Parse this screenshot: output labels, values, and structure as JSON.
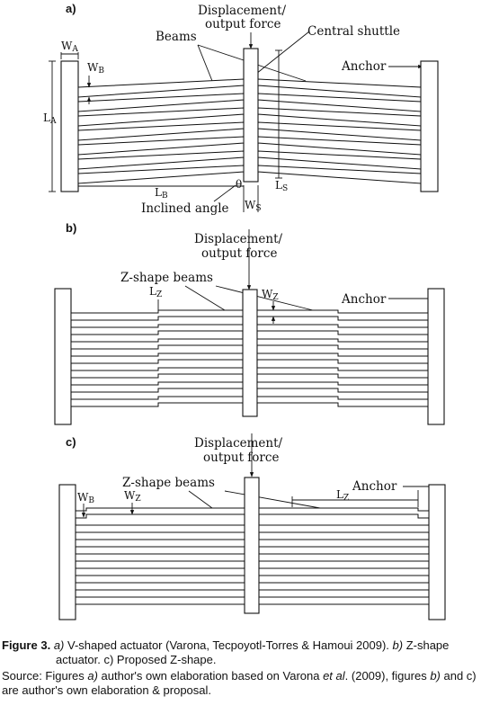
{
  "panels": {
    "a": {
      "panel_label": "a)",
      "output_label_1": "Displacement/",
      "output_label_2": "output force",
      "beams_label": "Beams",
      "shuttle_label": "Central shuttle",
      "anchor_label": "Anchor",
      "angle_label": "Inclined angle",
      "symbol": "θ",
      "dims": {
        "wa": "W",
        "wa_sub": "A",
        "wb": "W",
        "wb_sub": "B",
        "la": "L",
        "la_sub": "A",
        "lb": "L",
        "lb_sub": "B",
        "ls": "L",
        "ls_sub": "S",
        "ws": "W",
        "ws_sub": "S"
      }
    },
    "b": {
      "panel_label": "b)",
      "output_label_1": "Displacement/",
      "output_label_2": "output force",
      "beams_label": "Z-shape beams",
      "anchor_label": "Anchor",
      "dims": {
        "lz": "L",
        "lz_sub": "Z",
        "wz": "W",
        "wz_sub": "Z"
      }
    },
    "c": {
      "panel_label": "c)",
      "output_label_1": "Displacement/",
      "output_label_2": "output force",
      "beams_label": "Z-shape beams",
      "anchor_label": "Anchor",
      "dims": {
        "wb": "W",
        "wb_sub": "B",
        "wz": "W",
        "wz_sub": "Z",
        "lz": "L",
        "lz_sub": "Z"
      }
    }
  },
  "caption": {
    "figure_label": "Figure 3.",
    "a_letter": "a)",
    "a_text": " V-shaped actuator (Varona, Tecpoyotl-Torres & Hamoui 2009). ",
    "b_letter": "b)",
    "b_text": " Z-shape actuator. c) Proposed Z-shape.",
    "source_prefix": "Source: Figures ",
    "source_a": "a)",
    "source_mid": " author's own elaboration based on Varona ",
    "source_etal": "et al",
    "source_rest": ". (2009), figures ",
    "source_b": "b)",
    "source_end": " and c) are author's own elaboration & proposal."
  },
  "colors": {
    "line": "#111111",
    "background": "#ffffff"
  }
}
